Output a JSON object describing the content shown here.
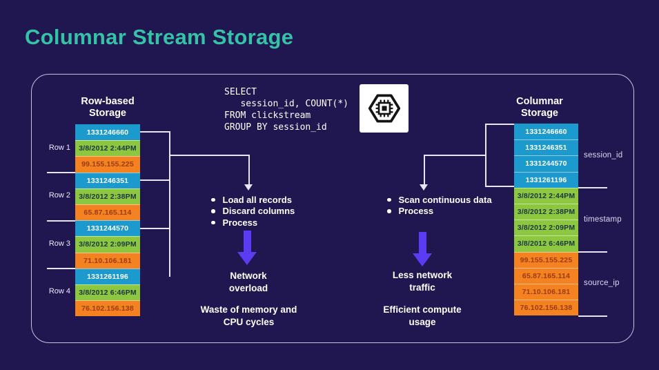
{
  "page": {
    "title": "Columnar Stream Storage"
  },
  "colors": {
    "background": "#201751",
    "title_teal": "#35c2a7",
    "session_id_blue": "#1d9acd",
    "timestamp_green": "#8dc63f",
    "source_ip_orange": "#f58220",
    "flow_arrow_purple": "#5b3cf2",
    "connector_line": "#e9e7f7"
  },
  "icons": {
    "processor": "cpu-chip-hexagon-icon",
    "bullet": "bullet-dot-icon",
    "flow_arrow": "down-arrow-icon"
  },
  "query": {
    "sql": "SELECT\n   session_id, COUNT(*)\nFROM clickstream\nGROUP BY session_id"
  },
  "row_storage": {
    "title": "Row-based Storage",
    "row_labels": [
      "Row 1",
      "Row 2",
      "Row 3",
      "Row 4"
    ],
    "rows": [
      {
        "session_id": "1331246660",
        "timestamp": "3/8/2012 2:44PM",
        "source_ip": "99.155.155.225"
      },
      {
        "session_id": "1331246351",
        "timestamp": "3/8/2012 2:38PM",
        "source_ip": "65.87.165.114"
      },
      {
        "session_id": "1331244570",
        "timestamp": "3/8/2012 2:09PM",
        "source_ip": "71.10.106.181"
      },
      {
        "session_id": "1331261196",
        "timestamp": "3/8/2012 6:46PM",
        "source_ip": "76.102.156.138"
      }
    ]
  },
  "columnar_storage": {
    "title": "Columnar Storage",
    "groups": [
      {
        "label": "session_id",
        "values": [
          "1331246660",
          "1331246351",
          "1331244570",
          "1331261196"
        ]
      },
      {
        "label": "timestamp",
        "values": [
          "3/8/2012 2:44PM",
          "3/8/2012 2:38PM",
          "3/8/2012 2:09PM",
          "3/8/2012 6:46PM"
        ]
      },
      {
        "label": "source_ip",
        "values": [
          "99.155.155.225",
          "65.87.165.114",
          "71.10.106.181",
          "76.102.156.138"
        ]
      }
    ]
  },
  "row_flow": {
    "bullets": [
      "Load all records",
      "Discard columns",
      "Process"
    ],
    "outcome_primary": "Network overload",
    "outcome_secondary": "Waste of memory and CPU cycles"
  },
  "columnar_flow": {
    "bullets": [
      "Scan continuous data",
      "Process"
    ],
    "outcome_primary": "Less network traffic",
    "outcome_secondary": "Efficient compute usage"
  }
}
